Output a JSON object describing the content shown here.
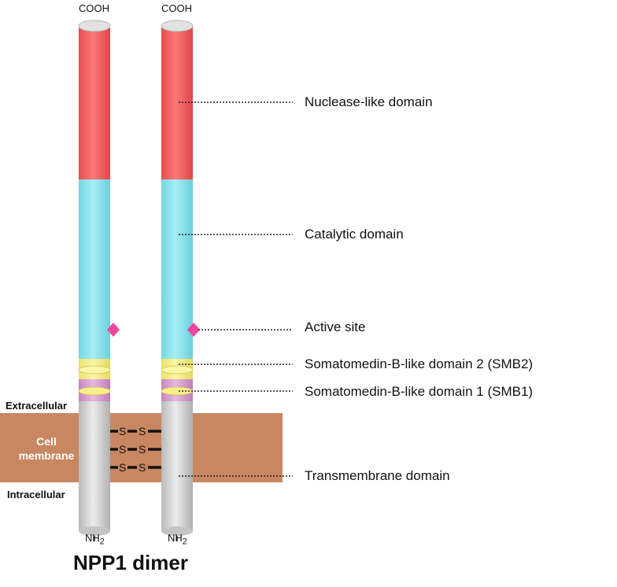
{
  "title": "NPP1 dimer",
  "termini": {
    "top": "COOH",
    "bottom": "NH",
    "bottom_subscript": "2"
  },
  "regions": {
    "extracellular": "Extracellular",
    "cell_membrane_line1": "Cell",
    "cell_membrane_line2": "membrane",
    "intracellular": "Intracellular"
  },
  "disulfide": {
    "left": "S",
    "right": "S"
  },
  "domains": [
    {
      "id": "nuclease",
      "label": "Nuclease-like domain",
      "color": "#f46464"
    },
    {
      "id": "catalytic",
      "label": "Catalytic domain",
      "color": "#8ee4ee"
    },
    {
      "id": "active_site",
      "label": "Active site",
      "color": "#f0459b"
    },
    {
      "id": "smb2",
      "label": "Somatomedin-B-like domain 2 (SMB2)",
      "color": "#f7f08a"
    },
    {
      "id": "smb1",
      "label": "Somatomedin-B-like domain 1 (SMB1)",
      "color": "#d9a0d2"
    },
    {
      "id": "transmembrane",
      "label": "Transmembrane domain",
      "color": "#d6d6d6"
    }
  ],
  "colors": {
    "membrane": "#c98761",
    "leader": "#222222"
  }
}
